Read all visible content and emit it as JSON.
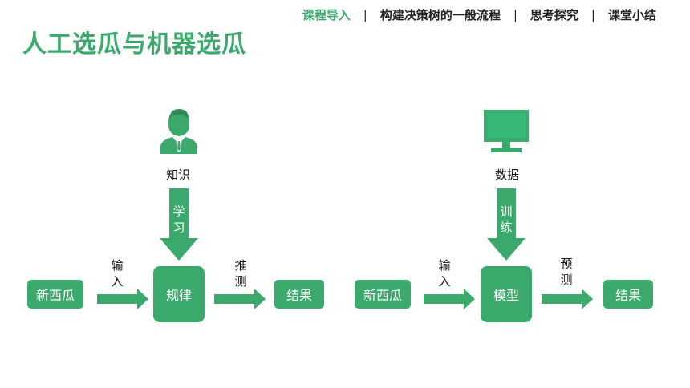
{
  "nav": {
    "items": [
      {
        "label": "课程导入",
        "active": true
      },
      {
        "label": "构建决策树的一般流程",
        "active": false
      },
      {
        "label": "思考探究",
        "active": false
      },
      {
        "label": "课堂小结",
        "active": false
      }
    ],
    "separator": "|"
  },
  "page": {
    "title": "人工选瓜与机器选瓜"
  },
  "left_flow": {
    "icon": "person-icon",
    "source_label": "知识",
    "down_arrow_text": [
      "学",
      "习"
    ],
    "input_box": "新西瓜",
    "input_arrow_label": [
      "输",
      "入"
    ],
    "center_box": "规律",
    "output_arrow_label": [
      "推",
      "测"
    ],
    "output_box": "结果"
  },
  "right_flow": {
    "icon": "monitor-icon",
    "source_label": "数据",
    "down_arrow_text": [
      "训",
      "练"
    ],
    "input_box": "新西瓜",
    "input_arrow_label": [
      "输",
      "入"
    ],
    "center_box": "模型",
    "output_arrow_label": [
      "预",
      "测"
    ],
    "output_box": "结果"
  },
  "colors": {
    "accent": "#3aa96b",
    "text": "#222222"
  }
}
